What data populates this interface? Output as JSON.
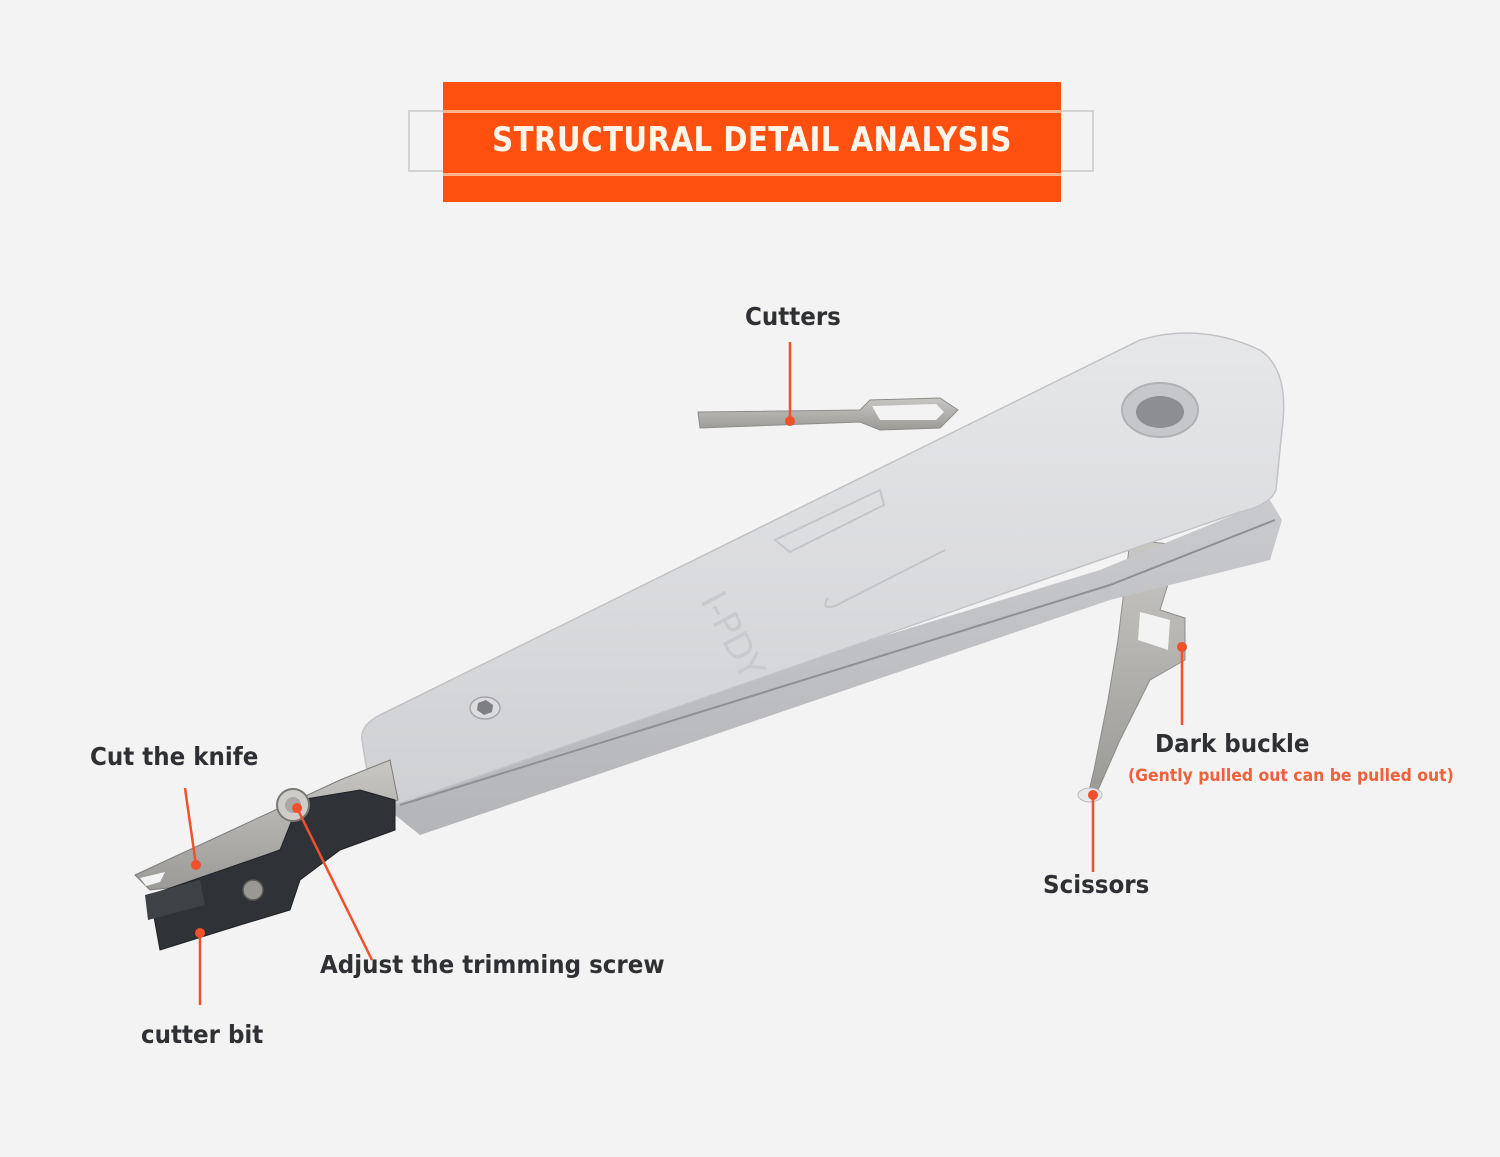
{
  "banner": {
    "title": "STRUCTURAL DETAIL ANALYSIS",
    "bg_color": "#ff5010",
    "text_color": "#fff5ea"
  },
  "product": {
    "type": "punch-down impact tool",
    "body_color": "#d9dadc",
    "embossed_text": "I-PDY"
  },
  "callouts": [
    {
      "id": "cutters",
      "label": "Cutters"
    },
    {
      "id": "dark-buckle",
      "label": "Dark buckle",
      "note": "(Gently pulled out can be pulled out)"
    },
    {
      "id": "scissors",
      "label": "Scissors"
    },
    {
      "id": "cut-the-knife",
      "label": "Cut the knife"
    },
    {
      "id": "adjust-screw",
      "label": "Adjust the trimming screw"
    },
    {
      "id": "cutter-bit",
      "label": "cutter bit"
    }
  ],
  "accent_color": "#f0603a"
}
